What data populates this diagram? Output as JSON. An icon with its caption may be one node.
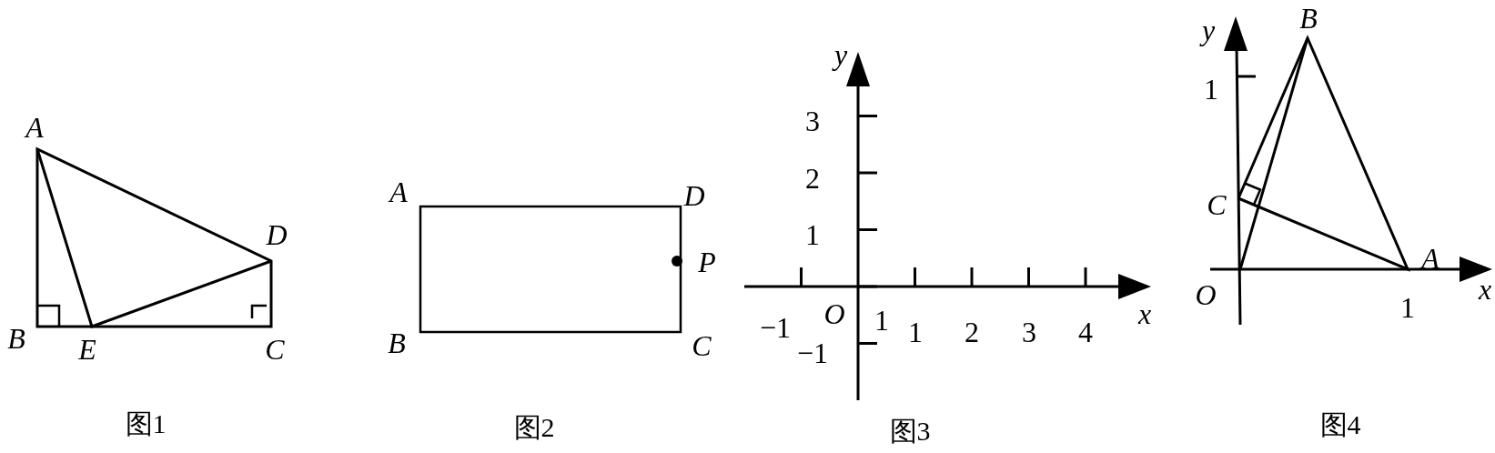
{
  "diagram": {
    "labels": [
      "A",
      "D",
      "B",
      "E",
      "C",
      "A",
      "D",
      "P",
      "B",
      "C",
      "y",
      "3",
      "2",
      "1",
      "O",
      "x",
      "−1",
      "1",
      "1",
      "2",
      "3",
      "4",
      "−1",
      "y",
      "B",
      "1",
      "C",
      "A",
      "O",
      "1",
      "x",
      "图1",
      "图2",
      "图3",
      "图4"
    ]
  }
}
